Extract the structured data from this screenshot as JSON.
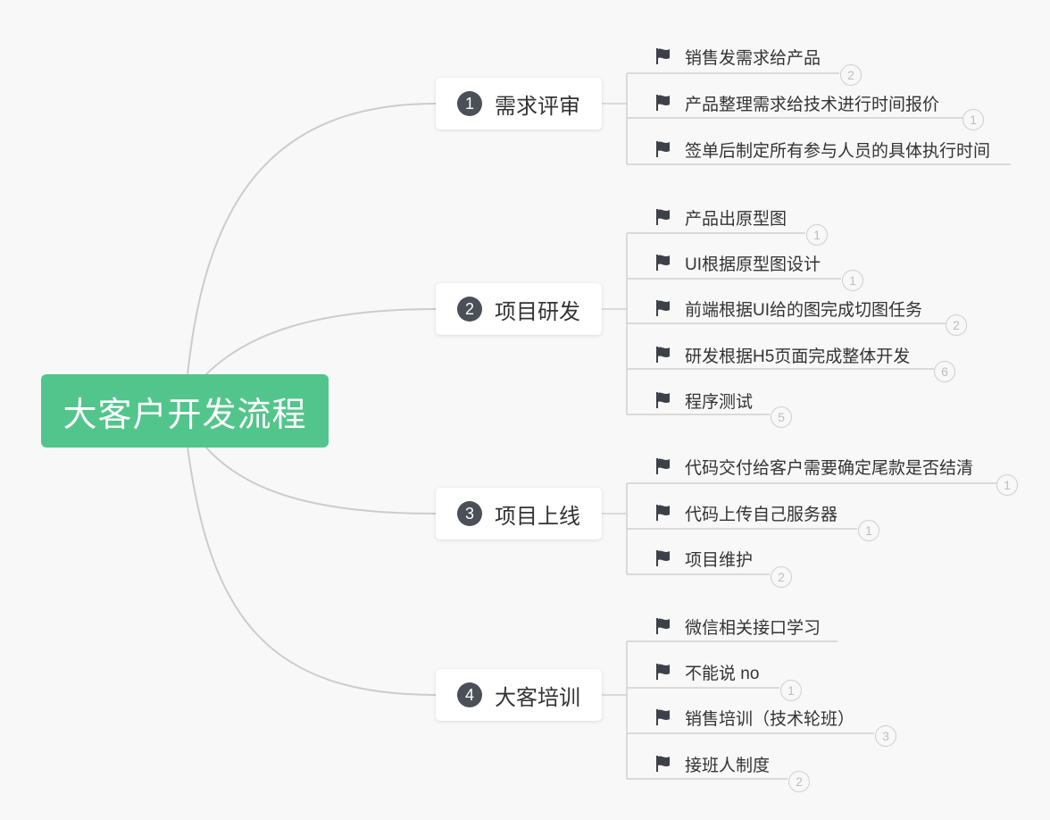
{
  "root": {
    "label": "大客户开发流程"
  },
  "colors": {
    "root_bg": "#52c58c",
    "badge": "#4a4f58",
    "connector": "#cccccc",
    "text": "#333333"
  },
  "branches": [
    {
      "num": "1",
      "label": "需求评审",
      "leaves": [
        {
          "label": "销售发需求给产品",
          "count": "2"
        },
        {
          "label": "产品整理需求给技术进行时间报价",
          "count": "1"
        },
        {
          "label": "签单后制定所有参与人员的具体执行时间",
          "count": ""
        }
      ]
    },
    {
      "num": "2",
      "label": "项目研发",
      "leaves": [
        {
          "label": "产品出原型图",
          "count": "1"
        },
        {
          "label": "UI根据原型图设计",
          "count": "1"
        },
        {
          "label": "前端根据UI给的图完成切图任务",
          "count": "2"
        },
        {
          "label": "研发根据H5页面完成整体开发",
          "count": "6"
        },
        {
          "label": "程序测试",
          "count": "5"
        }
      ]
    },
    {
      "num": "3",
      "label": "项目上线",
      "leaves": [
        {
          "label": "代码交付给客户需要确定尾款是否结清",
          "count": "1"
        },
        {
          "label": "代码上传自己服务器",
          "count": "1"
        },
        {
          "label": "项目维护",
          "count": "2"
        }
      ]
    },
    {
      "num": "4",
      "label": "大客培训",
      "leaves": [
        {
          "label": "微信相关接口学习",
          "count": ""
        },
        {
          "label": "不能说 no",
          "count": "1"
        },
        {
          "label": "销售培训（技术轮班）",
          "count": "3"
        },
        {
          "label": "接班人制度",
          "count": "2"
        }
      ]
    }
  ]
}
